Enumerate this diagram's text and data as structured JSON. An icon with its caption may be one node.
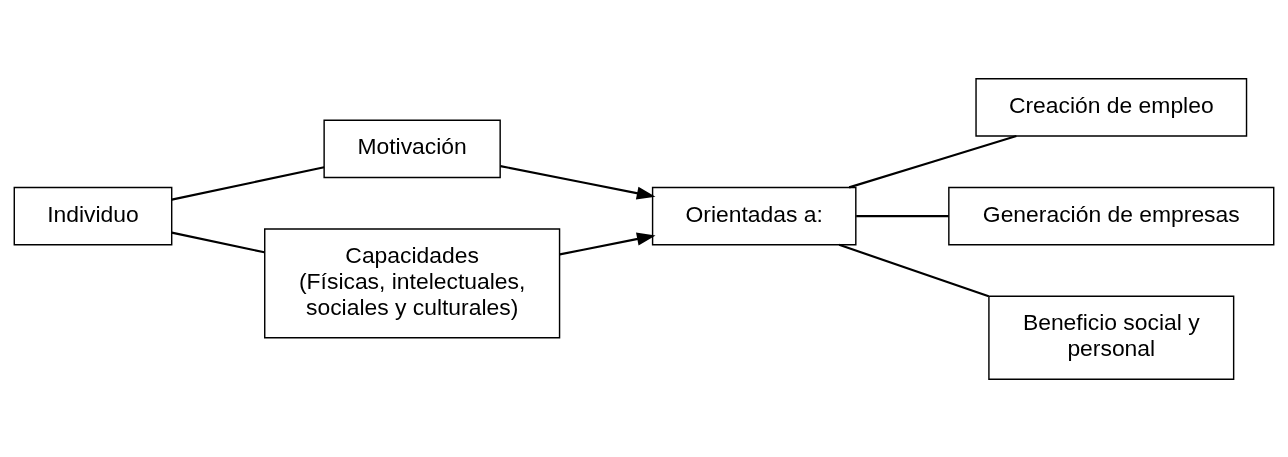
{
  "diagram": {
    "nodes": [
      {
        "text": [
          "Individuo"
        ]
      },
      {
        "text": [
          "Motivación"
        ]
      },
      {
        "text": [
          "Capacidades",
          "(Físicas, intelectuales, sociales y culturales)"
        ]
      },
      {
        "text": [
          "Orientadas a:"
        ]
      },
      {
        "text": [
          "Creación de empleo"
        ]
      },
      {
        "text": [
          "Generación de empresas"
        ]
      },
      {
        "text": [
          "Beneficio social y personal"
        ]
      }
    ],
    "edges": [
      {
        "from": 0,
        "to": 1,
        "arrow": "none"
      },
      {
        "from": 0,
        "to": 2,
        "arrow": "none"
      },
      {
        "from": 1,
        "to": 3,
        "arrow": "to"
      },
      {
        "from": 2,
        "to": 3,
        "arrow": "to"
      },
      {
        "from": 3,
        "to": 4,
        "arrow": "none"
      },
      {
        "from": 3,
        "to": 5,
        "arrow": "none"
      },
      {
        "from": 3,
        "to": 6,
        "arrow": "none"
      }
    ]
  }
}
